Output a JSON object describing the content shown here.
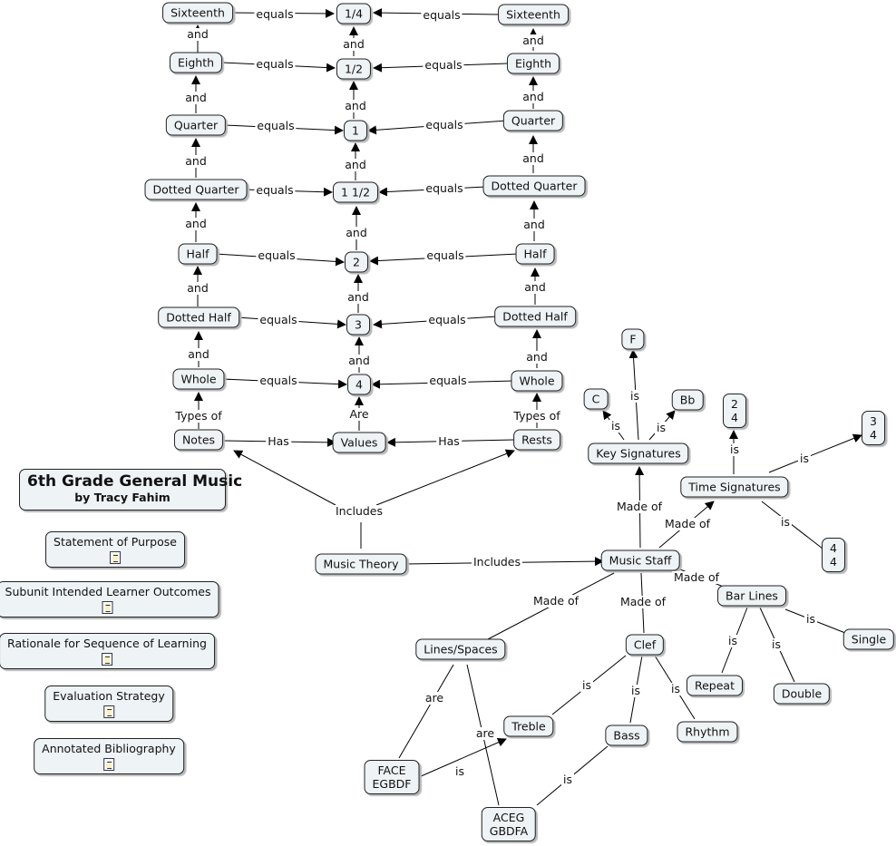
{
  "nodes": {
    "n_sixteenth_l": "Sixteenth",
    "n_eighth_l": "Eighth",
    "n_quarter_l": "Quarter",
    "n_dq_l": "Dotted Quarter",
    "n_half_l": "Half",
    "n_dh_l": "Dotted Half",
    "n_whole_l": "Whole",
    "n_notes": "Notes",
    "n_v14": "1/4",
    "n_v12": "1/2",
    "n_v1": "1",
    "n_v112": "1 1/2",
    "n_v2": "2",
    "n_v3": "3",
    "n_v4": "4",
    "n_values": "Values",
    "n_sixteenth_r": "Sixteenth",
    "n_eighth_r": "Eighth",
    "n_quarter_r": "Quarter",
    "n_dq_r": "Dotted Quarter",
    "n_half_r": "Half",
    "n_dh_r": "Dotted Half",
    "n_whole_r": "Whole",
    "n_rests": "Rests",
    "n_music_theory": "Music Theory",
    "n_music_staff": "Music Staff",
    "n_key_sig": "Key Signatures",
    "n_f": "F",
    "n_c": "C",
    "n_bb": "Bb",
    "n_time_sig": "Time Signatures",
    "n_24_a": "2",
    "n_24_b": "4",
    "n_34_a": "3",
    "n_34_b": "4",
    "n_44_a": "4",
    "n_44_b": "4",
    "n_bar_lines": "Bar Lines",
    "n_single": "Single",
    "n_repeat": "Repeat",
    "n_double": "Double",
    "n_lines_spaces": "Lines/Spaces",
    "n_clef": "Clef",
    "n_treble": "Treble",
    "n_bass": "Bass",
    "n_rhythm": "Rhythm",
    "n_face_a": "FACE",
    "n_face_b": "EGBDF",
    "n_aceg_a": "ACEG",
    "n_aceg_b": "GBDFA"
  },
  "title": {
    "main": "6th Grade General Music",
    "author": "by Tracy Fahim"
  },
  "resources": [
    "Statement of Purpose",
    "Subunit Intended Learner Outcomes",
    "Rationale for Sequence of Learning",
    "Evaluation Strategy",
    "Annotated Bibliography"
  ],
  "links": {
    "and": "and",
    "equals": "equals",
    "types_of": "Types of",
    "has": "Has",
    "are": "Are",
    "includes": "Includes",
    "made_of": "Made of",
    "is": "is",
    "are_lower": "are"
  }
}
